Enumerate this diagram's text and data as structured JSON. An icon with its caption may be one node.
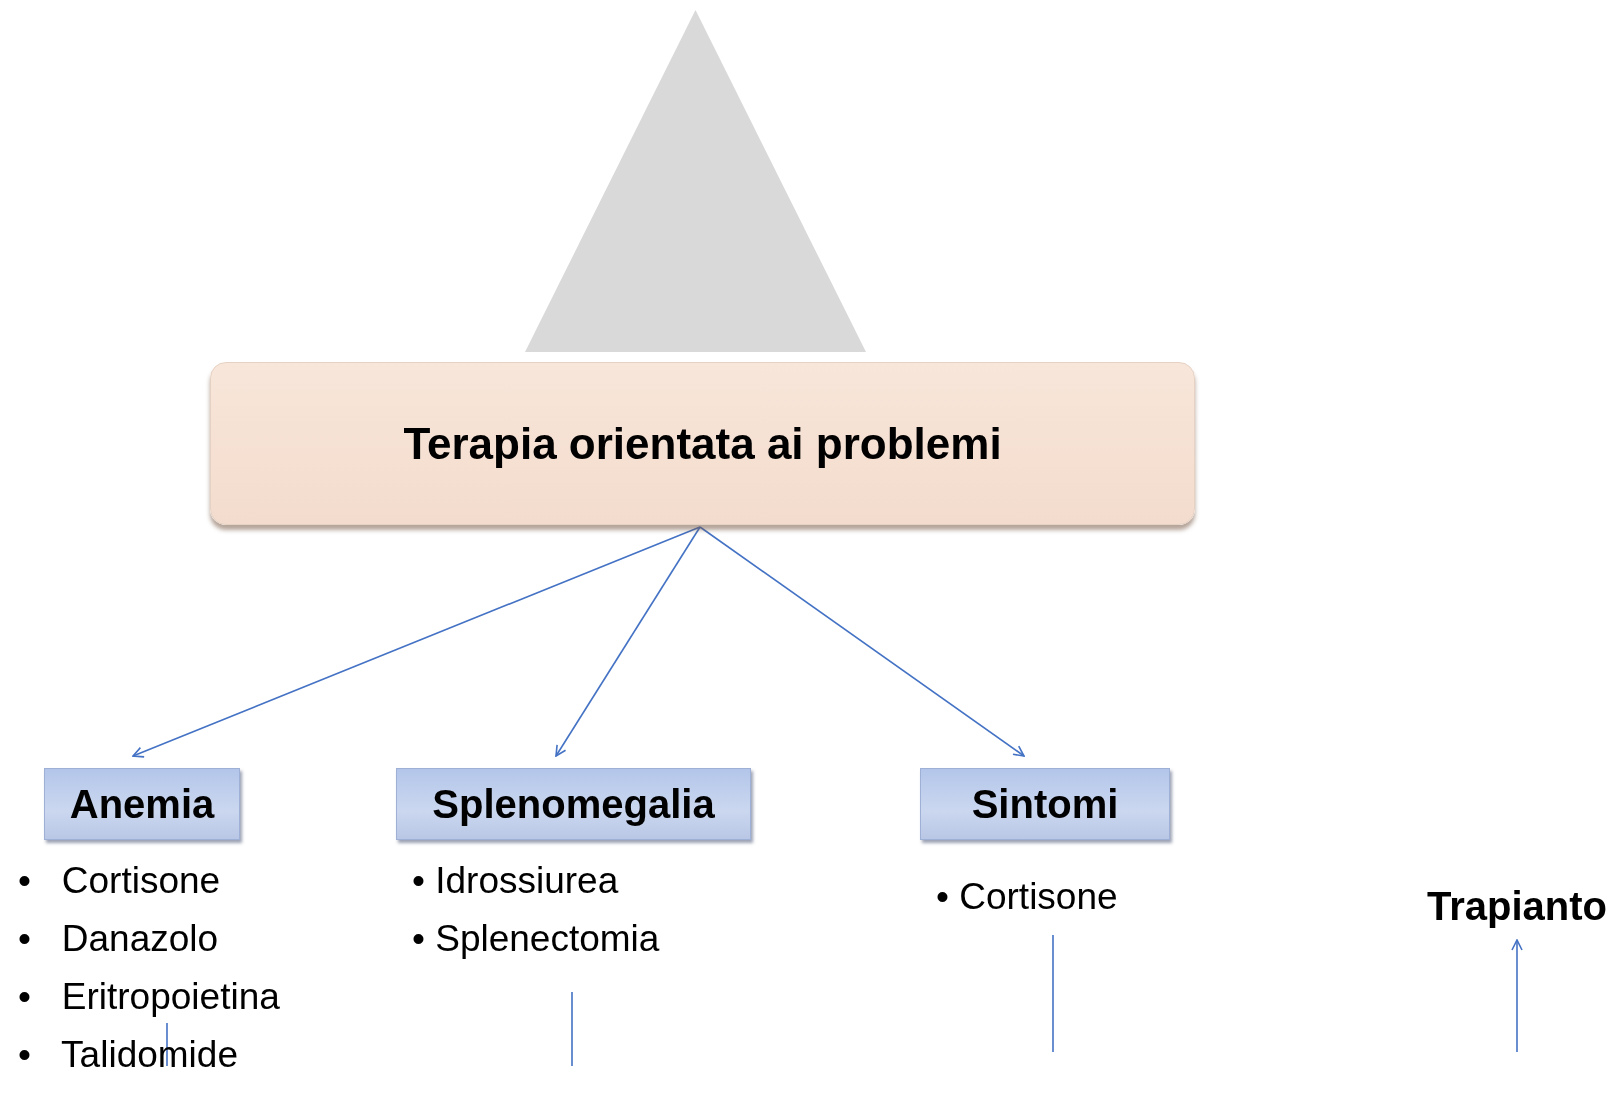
{
  "diagram": {
    "nodes": [
      {
        "text": [],
        "shape": "triangle"
      },
      {
        "text": [
          "Terapia orientata ai problemi"
        ]
      },
      {
        "text": [
          "Anemia"
        ],
        "beside": [
          "•   Cortisone",
          "•   Danazolo",
          "•   Eritropoietina",
          "•   Talidomide"
        ]
      },
      {
        "text": [
          "Splenomegalia"
        ],
        "beside": [
          "• Idrossiurea",
          "• Splenectomia"
        ]
      },
      {
        "text": [
          "Sintomi"
        ],
        "beside": [
          "• Cortisone"
        ]
      },
      {
        "text": [
          "Trapianto"
        ]
      }
    ],
    "edges": [
      {
        "from": 1,
        "to": 2,
        "arrow": "to"
      },
      {
        "from": 1,
        "to": 3,
        "arrow": "to"
      },
      {
        "from": 1,
        "to": 4,
        "arrow": "to"
      },
      {
        "from": null,
        "to": 5,
        "arrow": "to"
      }
    ]
  }
}
